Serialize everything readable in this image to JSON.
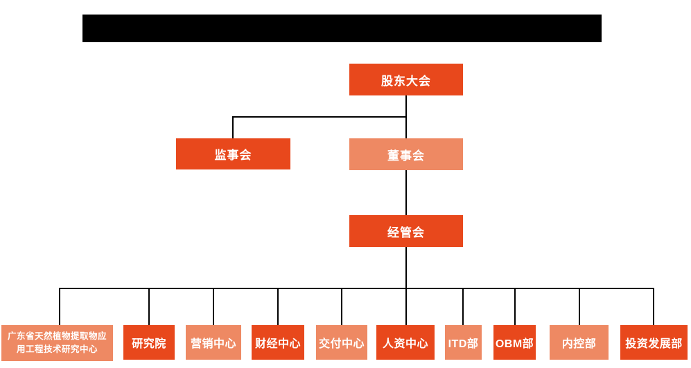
{
  "colors": {
    "primary_orange": "#E8481C",
    "secondary_salmon": "#EE8963",
    "connector": "#000000",
    "node_text": "#FFFFFF",
    "redacted_bar": "#000000",
    "background": "#FFFFFF"
  },
  "org": {
    "root": {
      "label": "股东大会",
      "variant": "primary"
    },
    "level2": [
      {
        "label": "监事会",
        "variant": "primary"
      },
      {
        "label": "董事会",
        "variant": "secondary"
      }
    ],
    "level3": {
      "label": "经管会",
      "variant": "primary"
    },
    "departments": [
      {
        "label": "广东省天然植物提取物应用工程技术研究中心",
        "variant": "secondary"
      },
      {
        "label": "研究院",
        "variant": "primary"
      },
      {
        "label": "营销中心",
        "variant": "secondary"
      },
      {
        "label": "财经中心",
        "variant": "primary"
      },
      {
        "label": "交付中心",
        "variant": "secondary"
      },
      {
        "label": "人资中心",
        "variant": "primary"
      },
      {
        "label": "ITD部",
        "variant": "secondary"
      },
      {
        "label": "OBM部",
        "variant": "primary"
      },
      {
        "label": "内控部",
        "variant": "secondary"
      },
      {
        "label": "投资发展部",
        "variant": "primary"
      }
    ]
  }
}
